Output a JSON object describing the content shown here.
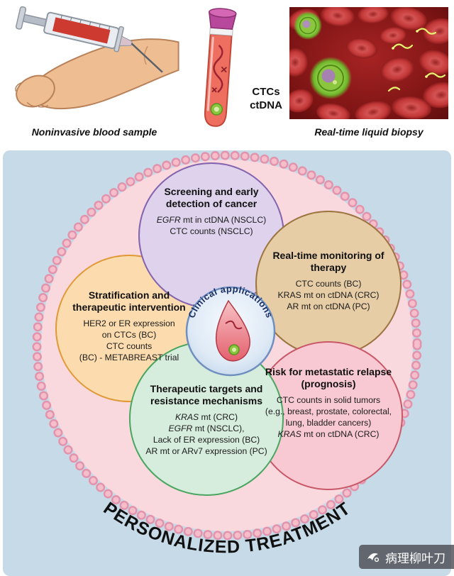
{
  "header": {
    "sample_label_line1": "CTCs",
    "sample_label_line2": "ctDNA",
    "left_caption": "Noninvasive blood sample",
    "right_caption": "Real-time liquid biopsy"
  },
  "diagram": {
    "center_label": "Clinical applications",
    "banner": "PERSONALIZED TREATMENT",
    "circles": {
      "screening": {
        "title": "Screening and early detection of cancer",
        "items": [
          {
            "gene": "EGFR",
            "rest": " mt in ctDNA (NSCLC)"
          },
          {
            "gene": "",
            "rest": "CTC counts (NSCLC)"
          }
        ]
      },
      "monitoring": {
        "title": "Real-time monitoring of therapy",
        "items": [
          {
            "gene": "",
            "rest": "CTC counts (BC)"
          },
          {
            "gene": "",
            "rest": "KRAS mt on ctDNA (CRC)"
          },
          {
            "gene": "",
            "rest": "AR mt on ctDNA (PC)"
          }
        ]
      },
      "stratification": {
        "title": "Stratification and therapeutic intervention",
        "items": [
          {
            "gene": "",
            "rest": "HER2 or ER expression"
          },
          {
            "gene": "",
            "rest": "on CTCs (BC)"
          },
          {
            "gene": "",
            "rest": "CTC counts"
          },
          {
            "gene": "",
            "rest": "(BC) - METABREAST trial"
          }
        ]
      },
      "targets": {
        "title": "Therapeutic targets and resistance mechanisms",
        "items": [
          {
            "gene": "KRAS",
            "rest": " mt (CRC)"
          },
          {
            "gene": "EGFR",
            "rest": " mt (NSCLC),"
          },
          {
            "gene": "",
            "rest": "Lack of ER expression (BC)"
          },
          {
            "gene": "",
            "rest": "AR mt or ARv7 expression (PC)"
          }
        ]
      },
      "risk": {
        "title": "Risk for metastatic relapse (prognosis)",
        "items": [
          {
            "gene": "",
            "rest": "CTC counts in solid tumors"
          },
          {
            "gene": "",
            "rest": "(e.g., breast, prostate, colorectal,"
          },
          {
            "gene": "",
            "rest": "lung, bladder cancers)"
          },
          {
            "gene": "KRAS",
            "rest": " mt on ctDNA (CRC)"
          }
        ]
      }
    }
  },
  "watermark": {
    "text": "病理柳叶刀"
  },
  "colors": {
    "panel_background": "#c7dae8",
    "membrane_fill": "#f9d9de",
    "membrane_bead": "#e294ac",
    "screening_fill": "#ded2ec",
    "screening_border": "#8464ae",
    "monitoring_fill": "#e6cda6",
    "monitoring_border": "#9c7440",
    "stratification_fill": "#fcdcae",
    "stratification_border": "#e09a38",
    "targets_fill": "#d6ecdc",
    "targets_border": "#49a661",
    "risk_fill": "#f8c9d2",
    "risk_border": "#c85868",
    "badge_border": "#6e8fc0",
    "blood_red": "#cd3a30",
    "cell_green": "#8cc63f"
  }
}
